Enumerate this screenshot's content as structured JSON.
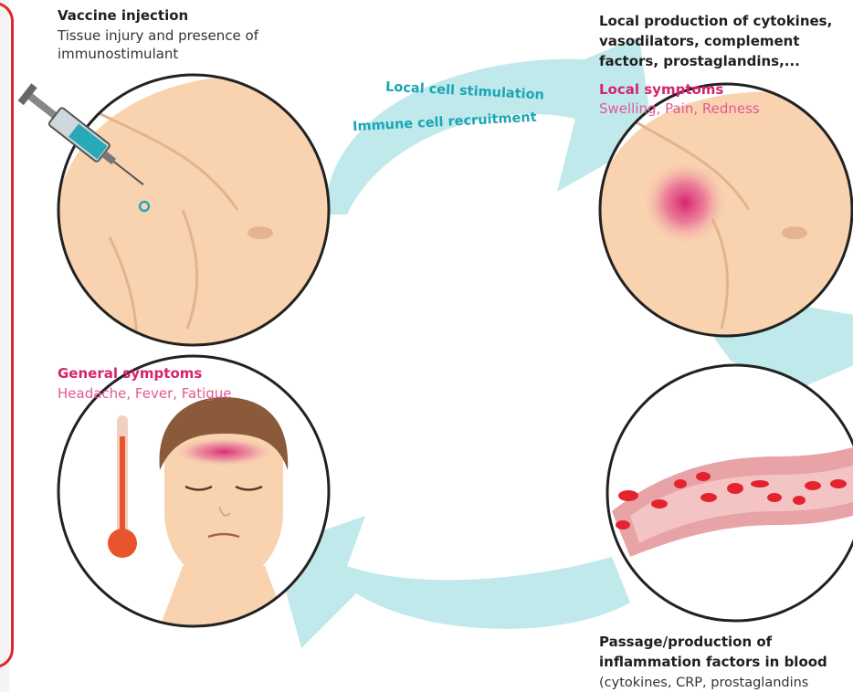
{
  "vaccine": {
    "title": "Vaccine injection",
    "line1": "Tissue injury and presence of",
    "line2": "immunostimulant"
  },
  "local_production": {
    "line1": "Local production of cytokines,",
    "line2": "vasodilators, complement",
    "line3": "factors, prostaglandins,..."
  },
  "local_symptoms": {
    "title": "Local symptoms",
    "items": "Swelling, Pain, Redness"
  },
  "arrow_labels": {
    "stimulation": "Local cell stimulation",
    "recruitment": "Immune cell recruitment"
  },
  "general_symptoms": {
    "title": "General symptoms",
    "items": "Headache, Fever, Fatigue"
  },
  "blood": {
    "line1": "Passage/production of",
    "line2": "inflammation factors in blood",
    "line3": "(cytokines, CRP, prostaglandins"
  },
  "colors": {
    "arrow": "#bfe9ea",
    "skin": "#f9d3b0",
    "accent_pink": "#d6246e",
    "blood_red": "#e3242f",
    "frame_red": "#e0262b"
  }
}
